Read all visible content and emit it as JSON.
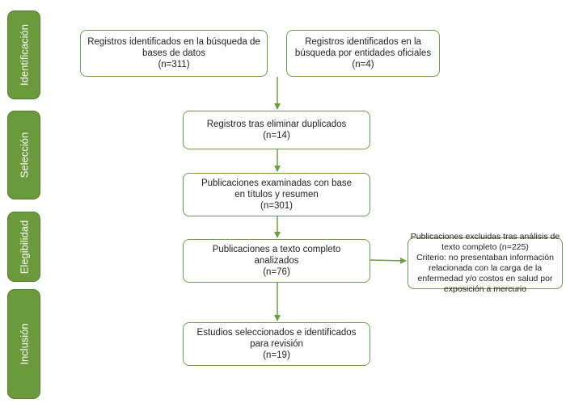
{
  "phases": {
    "identificacion": "Identificación",
    "seleccion": "Selección",
    "elegibilidad": "Elegibilidad",
    "inclusion": "Inclusión"
  },
  "boxes": {
    "db_search": {
      "line1": "Registros identificados en la búsqueda de",
      "line2": "bases de datos",
      "count": "(n=311)"
    },
    "official_search": {
      "line1": "Registros identificados en la",
      "line2": "búsqueda por entidades oficiales",
      "count": "(n=4)"
    },
    "duplicates": {
      "line1": "Registros tras eliminar duplicados",
      "count": "(n=14)"
    },
    "screened": {
      "line1": "Publicaciones examinadas con base",
      "line2": "en títulos y resumen",
      "count": "(n=301)"
    },
    "fulltext": {
      "line1": "Publicaciones a texto completo",
      "line2": "analizados",
      "count": "(n=76)"
    },
    "excluded": {
      "line1": "Publicaciones excluidas tras análisis de",
      "line2": "texto completo (n=225)",
      "line3": "Criterio:  no presentaban información",
      "line4": "relacionada con la carga de la",
      "line5": "enfermedad y/o costos en salud por",
      "line6": "exposición a mercurio"
    },
    "included": {
      "line1": "Estudios seleccionados e identificados",
      "line2": "para revisión",
      "count": "(n=19)"
    }
  },
  "colors": {
    "phase_fill": "#6b9a3d",
    "box_border": "#6e9e44",
    "arrow": "#6e9e44"
  }
}
